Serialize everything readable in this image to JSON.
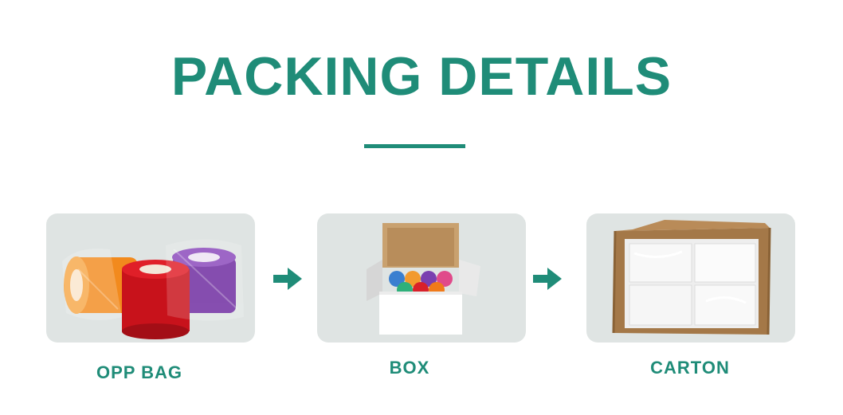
{
  "page": {
    "title": "PACKING DETAILS",
    "accent_color": "#1f8c78"
  },
  "steps": [
    {
      "label": "OPP BAG",
      "icon": "bandage-rolls-in-bags-photo"
    },
    {
      "label": "BOX",
      "icon": "open-white-box-photo"
    },
    {
      "label": "CARTON",
      "icon": "open-carton-photo"
    }
  ],
  "arrows": [
    {
      "icon": "arrow-right-icon"
    },
    {
      "icon": "arrow-right-icon"
    }
  ]
}
